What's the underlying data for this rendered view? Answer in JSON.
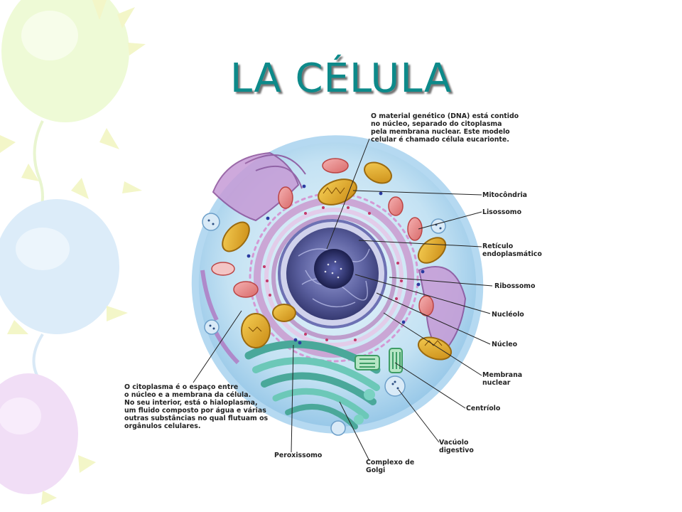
{
  "slide": {
    "title": "LA CÉLULA"
  },
  "diagram": {
    "notes": {
      "dna": {
        "emphasis": "O material genético (DNA)",
        "text": " está contido\nno núcleo, separado do citoplasma\npela membrana nuclear. Este modelo\ncelular é chamado célula eucarionte."
      },
      "cytoplasm": {
        "emphasis": "O citoplasma",
        "text": " é o espaço entre\no núcleo e a membrana da célula.\nNo seu interior, está o hialoplasma,\num fluido composto por água e várias\noutras substâncias no qual flutuam os\norgânulos celulares."
      }
    },
    "labels": {
      "mitocondria": "Mitocôndria",
      "lisossomo": "Lisossomo",
      "reticulo": "Retículo\nendoplasmático",
      "ribossomo": "Ribossomo",
      "nucleolo": "Nucléolo",
      "nucleo": "Núcleo",
      "membrana": "Membrana\nnuclear",
      "centriolo": "Centríolo",
      "vacuolo": "Vacúolo\ndigestivo",
      "peroxissomo": "Peroxissomo",
      "golgi": "Complexo de\nGolgi"
    }
  },
  "colors": {
    "title": "#0d8a8a",
    "cytoplasm": "#bfe0f2",
    "membrane": "#7fb6e0",
    "nucleus": "#3b3f7a",
    "mitochondria": "#e0a020",
    "golgi": "#5bbfb0",
    "er": "#b06bb0"
  }
}
